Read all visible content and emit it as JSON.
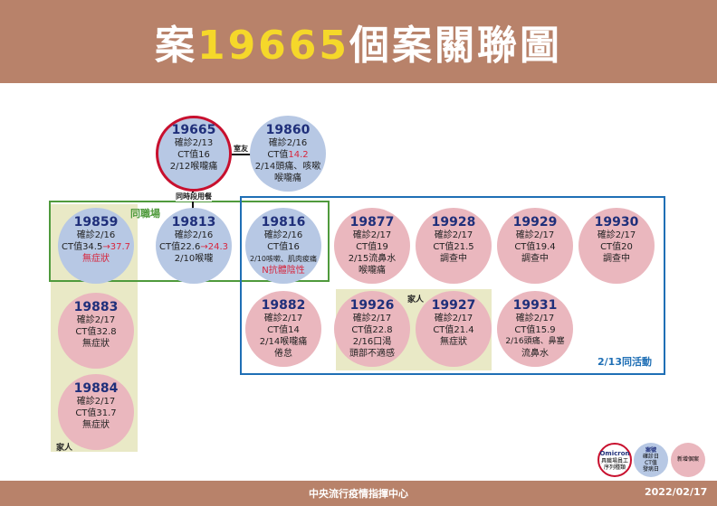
{
  "header": {
    "title_prefix": "案",
    "title_number": "19665",
    "title_suffix": "個案關聯圖"
  },
  "labels": {
    "roommate": "室友",
    "shared_meal": "同時段用餐",
    "same_workplace": "同職場",
    "family_top": "家人",
    "family_left": "家人",
    "activity_0213": "2/13同活動"
  },
  "cases": {
    "c19665": {
      "id": "19665",
      "l1": "確診2/13",
      "l2": "CT值16",
      "l3": "2/12喉嚨痛"
    },
    "c19860": {
      "id": "19860",
      "l1": "確診2/16",
      "l2a": "CT值",
      "l2b": "14.2",
      "l3": "2/14頭痛、咳嗽",
      "l4": "喉嚨痛"
    },
    "c19859": {
      "id": "19859",
      "l1": "確診2/16",
      "l2a": "CT值34.5",
      "l2b": "→37.7",
      "l3": "無症狀"
    },
    "c19813": {
      "id": "19813",
      "l1": "確診2/16",
      "l2a": "CT值22.6",
      "l2b": "→24.3",
      "l3": "2/10喉嚨"
    },
    "c19816": {
      "id": "19816",
      "l1": "確診2/16",
      "l2": "CT值16",
      "l3": "2/10咳嗽、肌肉痠痛",
      "l4": "N抗體陰性"
    },
    "c19877": {
      "id": "19877",
      "l1": "確診2/17",
      "l2": "CT值19",
      "l3": "2/15流鼻水",
      "l4": "喉嚨痛"
    },
    "c19928": {
      "id": "19928",
      "l1": "確診2/17",
      "l2": "CT值21.5",
      "l3": "調查中"
    },
    "c19929": {
      "id": "19929",
      "l1": "確診2/17",
      "l2": "CT值19.4",
      "l3": "調查中"
    },
    "c19930": {
      "id": "19930",
      "l1": "確診2/17",
      "l2": "CT值20",
      "l3": "調查中"
    },
    "c19883": {
      "id": "19883",
      "l1": "確診2/17",
      "l2": "CT值32.8",
      "l3": "無症狀"
    },
    "c19882": {
      "id": "19882",
      "l1": "確診2/17",
      "l2": "CT值14",
      "l3": "2/14喉嚨痛",
      "l4": "倦怠"
    },
    "c19926": {
      "id": "19926",
      "l1": "確診2/17",
      "l2": "CT值22.8",
      "l3": "2/16口渴",
      "l4": "頭部不適感"
    },
    "c19927": {
      "id": "19927",
      "l1": "確診2/17",
      "l2": "CT值21.4",
      "l3": "無症狀"
    },
    "c19931": {
      "id": "19931",
      "l1": "確診2/17",
      "l2": "CT值15.9",
      "l3": "2/16頭痛、鼻塞",
      "l4": "流鼻水"
    },
    "c19884": {
      "id": "19884",
      "l1": "確診2/17",
      "l2": "CT值31.7",
      "l3": "無症狀"
    }
  },
  "legend": {
    "omicron_title": "Omicron",
    "omicron_l1": "具職場員工",
    "omicron_l2": "序列種類",
    "case_title": "案號",
    "case_l1": "確診日",
    "case_l2": "CT值",
    "case_l3": "發病日",
    "new_case": "新增個案"
  },
  "footer": {
    "agency": "中央流行疫情指揮中心",
    "date": "2022/02/17"
  },
  "colors": {
    "band": "#b8826a",
    "title_highlight": "#f5d82a",
    "blue_circle": "#b7c8e4",
    "pink_circle": "#eab7be",
    "ring_red": "#c8102e",
    "green_frame": "#4f9a3c",
    "blue_frame": "#1f6fb5",
    "yellow_pane": "#e9e9c6"
  }
}
